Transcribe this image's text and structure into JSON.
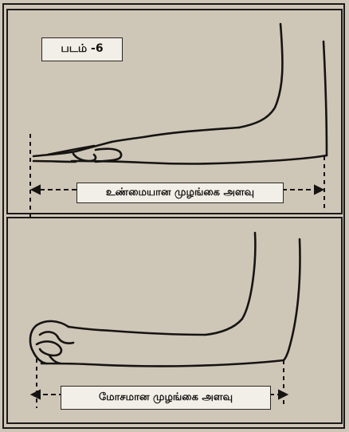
{
  "figure": {
    "label": "படம் -6",
    "top_caption": "உண்மையான முழங்கை அளவு",
    "bottom_caption": "மோசமான முழங்கை அளவு"
  },
  "colors": {
    "paper": "#cec6b7",
    "ink": "#1c1a18",
    "label_bg": "#f2efe8"
  }
}
